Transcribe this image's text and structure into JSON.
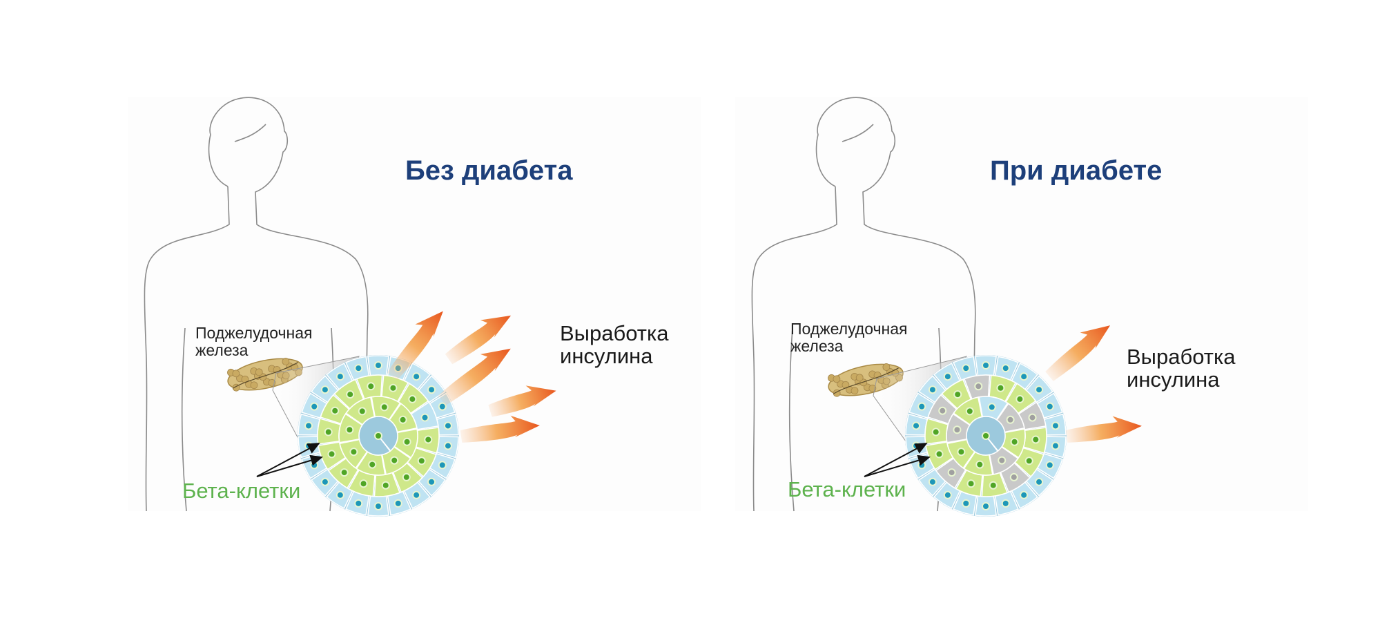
{
  "panels": [
    {
      "title": "Без диабета",
      "pancreas_label": [
        "Поджелудочная",
        "железа"
      ],
      "insulin_label": [
        "Выработка",
        "инсулина"
      ],
      "beta_label": "Бета-клетки",
      "state": "healthy",
      "insulin_arrow_count": 5
    },
    {
      "title": "При диабете",
      "pancreas_label": [
        "Поджелудочная",
        "железа"
      ],
      "insulin_label": [
        "Выработка",
        "инсулина"
      ],
      "beta_label": "Бета-клетки",
      "state": "diabetic",
      "insulin_arrow_count": 2
    }
  ],
  "colors": {
    "title": "#1d3f7a",
    "beta_label": "#5db24d",
    "alpha_cell": "#bfe3f2",
    "beta_cell": "#cfe88a",
    "dead_cell": "#c9c9c9",
    "arrow": "#e8561e"
  }
}
